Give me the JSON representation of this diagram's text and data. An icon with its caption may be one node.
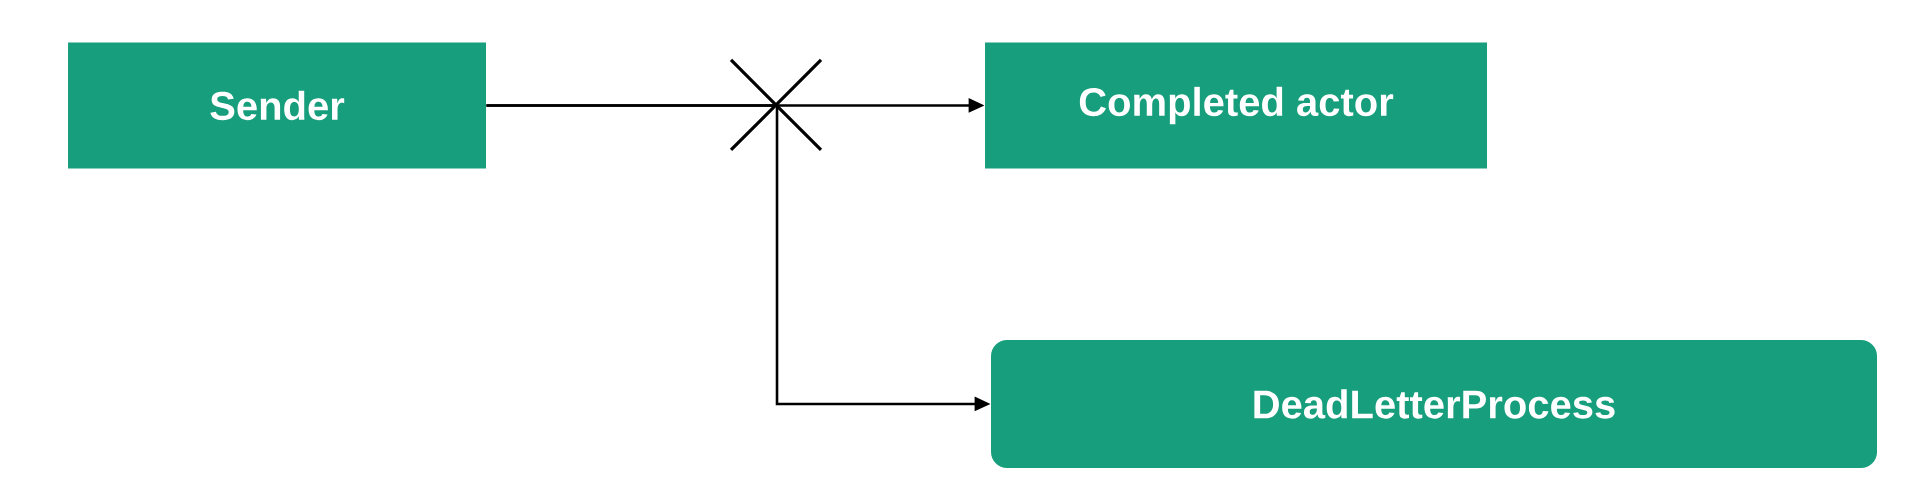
{
  "diagram": {
    "nodes": [
      {
        "text": [
          "Sender"
        ]
      },
      {
        "text": [
          "Completed actor"
        ]
      },
      {
        "text": [
          "DeadLetterProcess"
        ]
      }
    ],
    "edges": [
      {
        "from": 0,
        "to": 1,
        "arrow": "to"
      },
      {
        "from": 0,
        "to": 2,
        "arrow": "to"
      }
    ]
  }
}
